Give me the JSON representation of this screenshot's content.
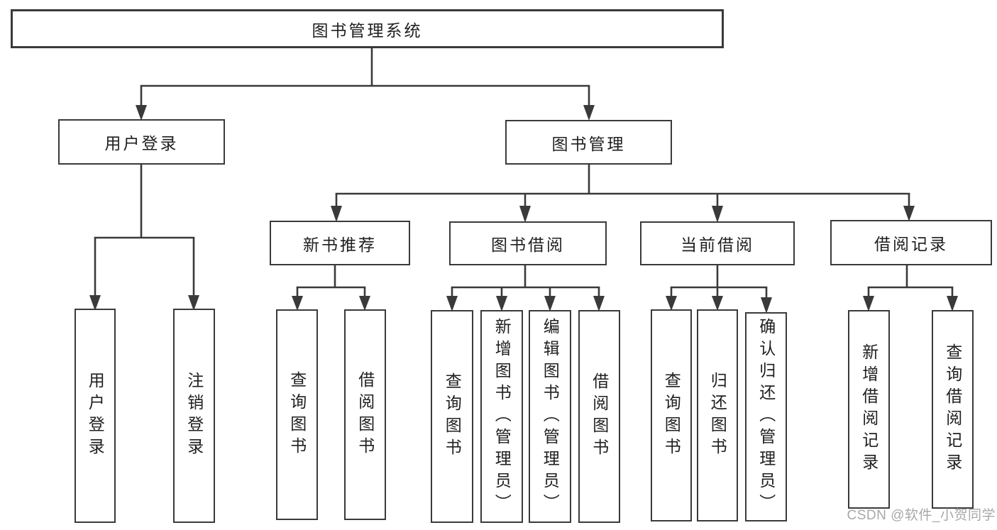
{
  "colors": {
    "line": "#3a3a3a",
    "text": "#1f1f1f",
    "watermark": "#a8a8a8",
    "background": "#ffffff"
  },
  "watermark": {
    "text": "CSDN @软件_小贺同学"
  },
  "tree": {
    "root": {
      "label": "图书管理系统"
    },
    "children": [
      {
        "label": "用户登录",
        "leaves": [
          {
            "label": "用户登录"
          },
          {
            "label": "注销登录"
          }
        ]
      },
      {
        "label": "图书管理",
        "children": [
          {
            "label": "新书推荐",
            "leaves": [
              {
                "label": "查询图书"
              },
              {
                "label": "借阅图书"
              }
            ]
          },
          {
            "label": "图书借阅",
            "leaves": [
              {
                "label": "查询图书"
              },
              {
                "label": "新增图书（管理员）"
              },
              {
                "label": "编辑图书（管理员）"
              },
              {
                "label": "借阅图书"
              }
            ]
          },
          {
            "label": "当前借阅",
            "leaves": [
              {
                "label": "查询图书"
              },
              {
                "label": "归还图书"
              },
              {
                "label": "确认归还（管理员）"
              }
            ]
          },
          {
            "label": "借阅记录",
            "leaves": [
              {
                "label": "新增借阅记录"
              },
              {
                "label": "查询借阅记录"
              }
            ]
          }
        ]
      }
    ]
  }
}
